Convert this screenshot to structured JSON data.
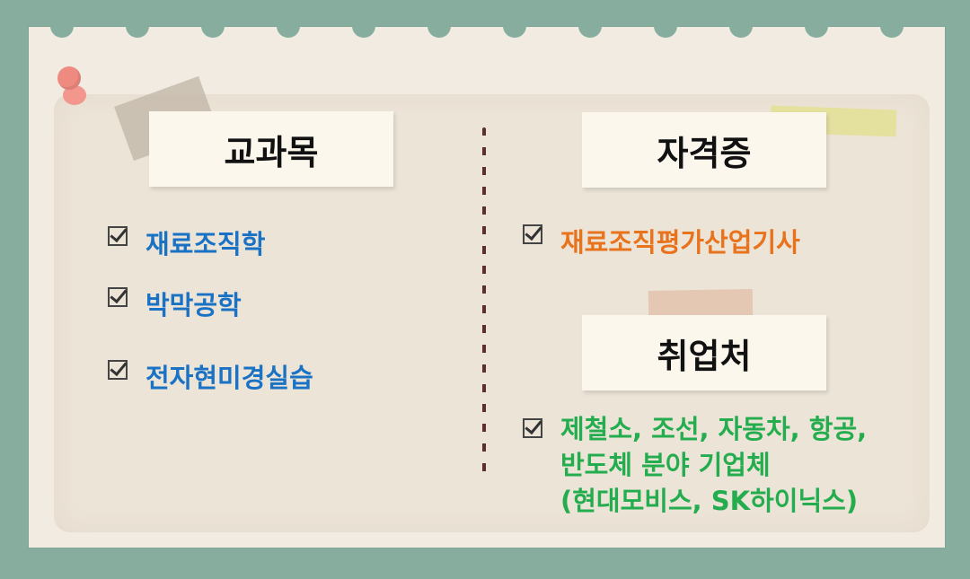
{
  "subjects": {
    "title": "교과목",
    "items": [
      "재료조직학",
      "박막공학",
      "전자현미경실습"
    ]
  },
  "certificates": {
    "title": "자격증",
    "items": [
      "재료조직평가산업기사"
    ]
  },
  "employers": {
    "title": "취업처",
    "lines": [
      "제철소, 조선, 자동차, 항공,",
      "반도체 분야 기업체",
      "(현대모비스, SK하이닉스)"
    ]
  },
  "colors": {
    "background": "#87ad9f",
    "subjects_text": "#1a72c4",
    "certificates_text": "#e9731c",
    "employers_text": "#24ad4e"
  }
}
